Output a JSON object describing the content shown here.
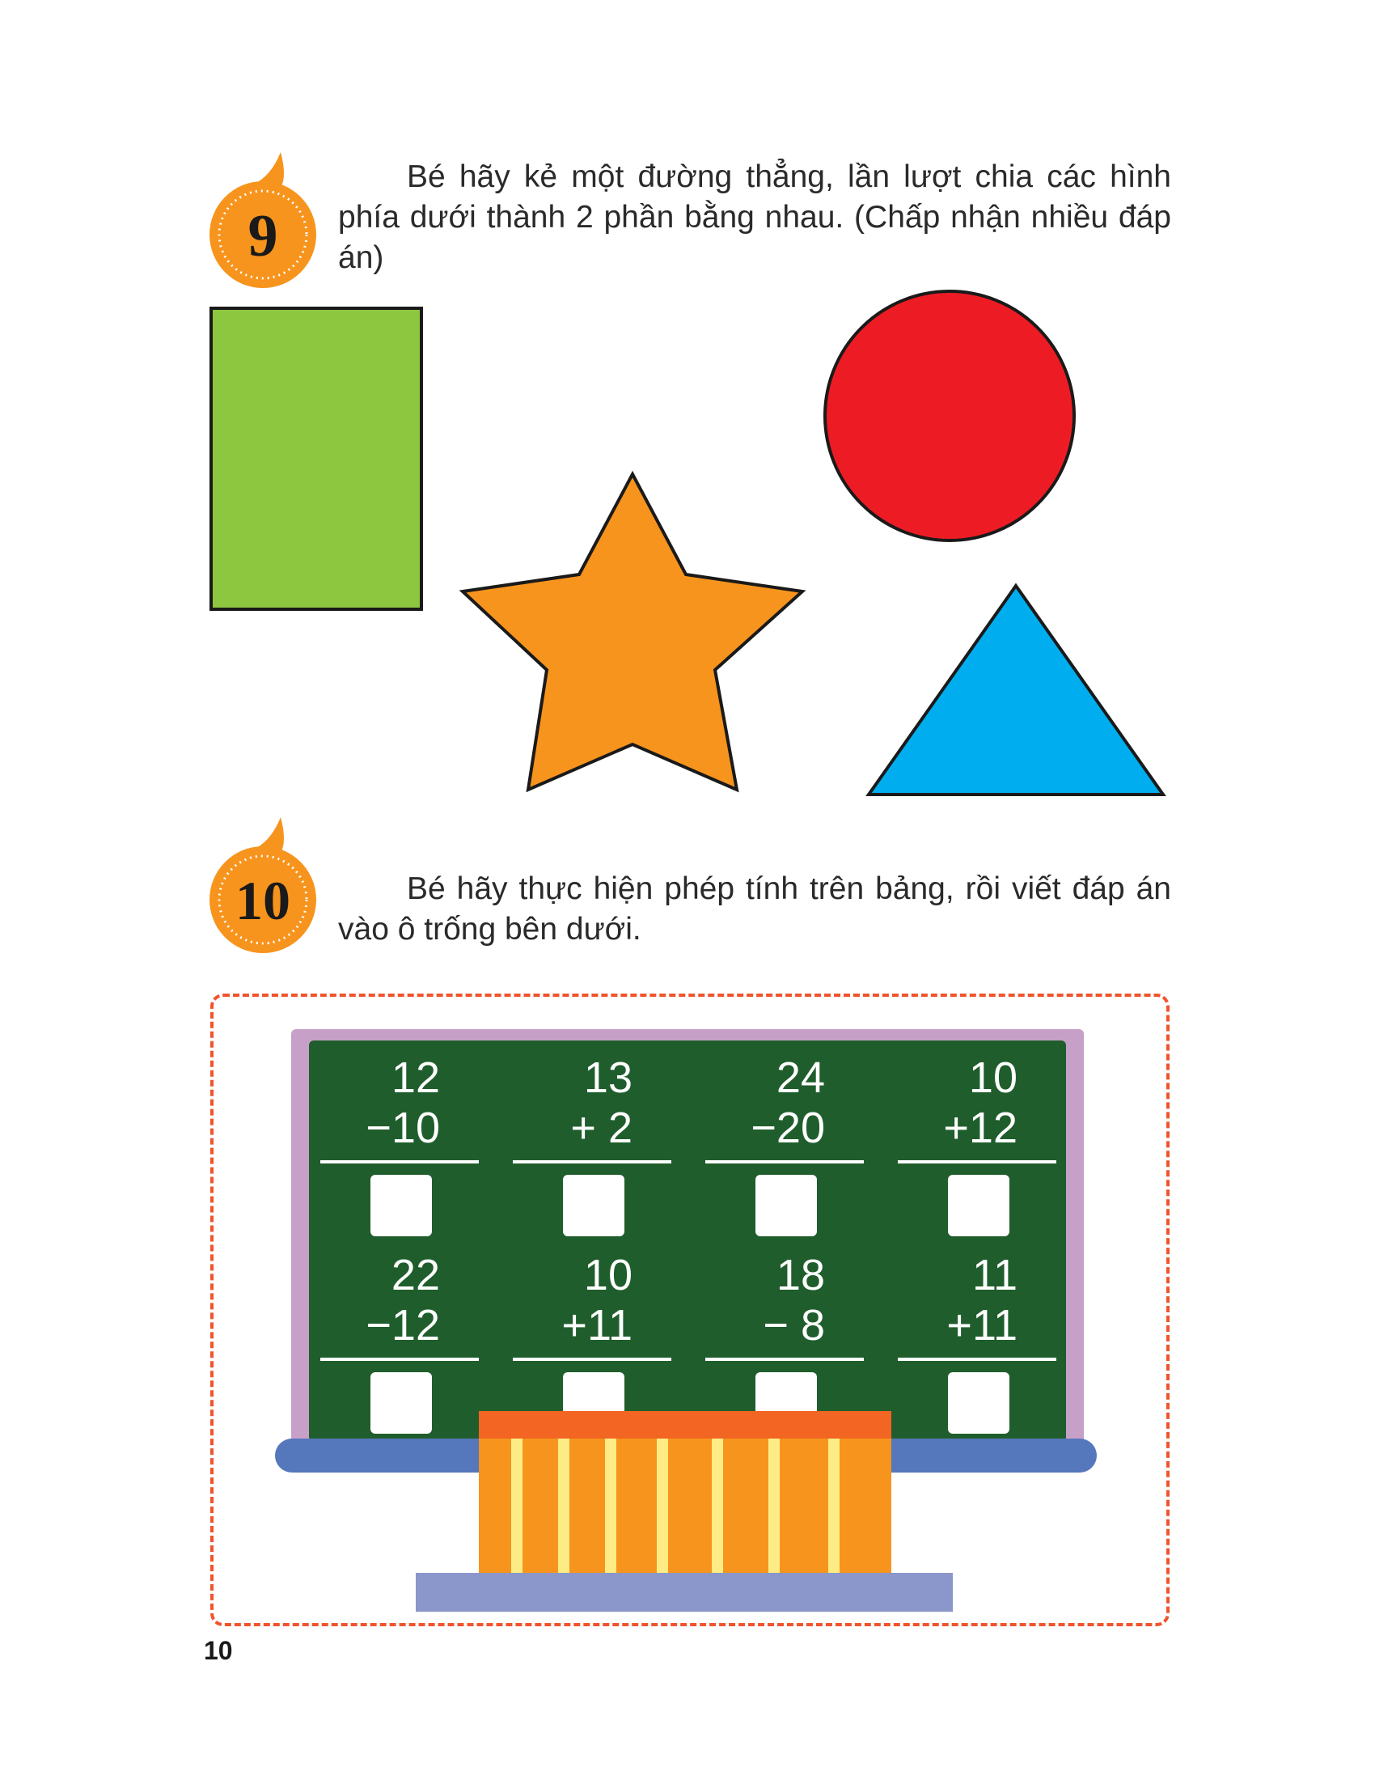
{
  "exercise9": {
    "number": "9",
    "instruction": "Bé hãy kẻ một đường thẳng, lần lượt chia các hình phía dưới thành 2 phần bằng nhau. (Chấp nhận nhiều đáp án)",
    "colors": {
      "rectangle": "#8dc63f",
      "star": "#f7941d",
      "circle": "#ed1c24",
      "triangle": "#00aeef"
    }
  },
  "exercise10": {
    "number": "10",
    "instruction": "Bé hãy thực hiện phép tính trên bảng, rồi viết đáp án vào ô trống bên dưới.",
    "problems": [
      {
        "top": "12",
        "bottom": "−10"
      },
      {
        "top": "13",
        "bottom": "+ 2"
      },
      {
        "top": "24",
        "bottom": "−20"
      },
      {
        "top": "10",
        "bottom": "+12"
      },
      {
        "top": "22",
        "bottom": "−12"
      },
      {
        "top": "10",
        "bottom": "+11"
      },
      {
        "top": "18",
        "bottom": "− 8"
      },
      {
        "top": "11",
        "bottom": "+11"
      }
    ]
  },
  "page_number": "10"
}
